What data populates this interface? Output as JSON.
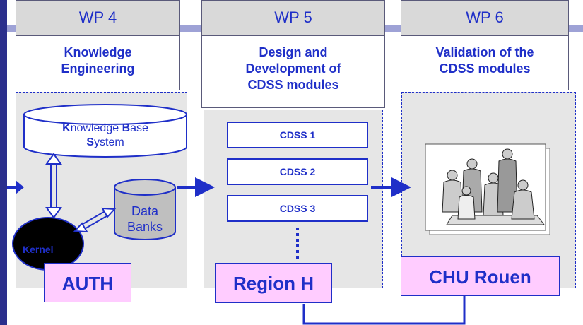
{
  "workpackages": [
    {
      "id": "WP 4",
      "title_lines": [
        "Knowledge",
        "Engineering"
      ],
      "partner": "AUTH"
    },
    {
      "id": "WP 5",
      "title_lines": [
        "Design and",
        "Development of",
        "CDSS modules"
      ],
      "partner": "Region H"
    },
    {
      "id": "WP 6",
      "title_lines": [
        "Validation of the",
        "CDSS modules"
      ],
      "partner": "CHU Rouen"
    }
  ],
  "kbs": {
    "k": "K",
    "nowledge": "nowledge ",
    "b": "B",
    "ase": "ase",
    "s": "S",
    "ystem": "ystem"
  },
  "data_banks": {
    "line1": "Data",
    "line2": "Banks"
  },
  "kernel": "Kernel",
  "cdss_modules": [
    "CDSS 1",
    "CDSS 2",
    "CDSS 3"
  ],
  "colors": {
    "accent_blue": "#1f2fc8",
    "tag_pink": "#ffccff",
    "panel_gray": "#e6e6e6",
    "header_gray": "#d9d9d9",
    "sidebar_navy": "#2b2f8c"
  },
  "icons": {
    "validation_image": "people-meeting-clipart"
  }
}
